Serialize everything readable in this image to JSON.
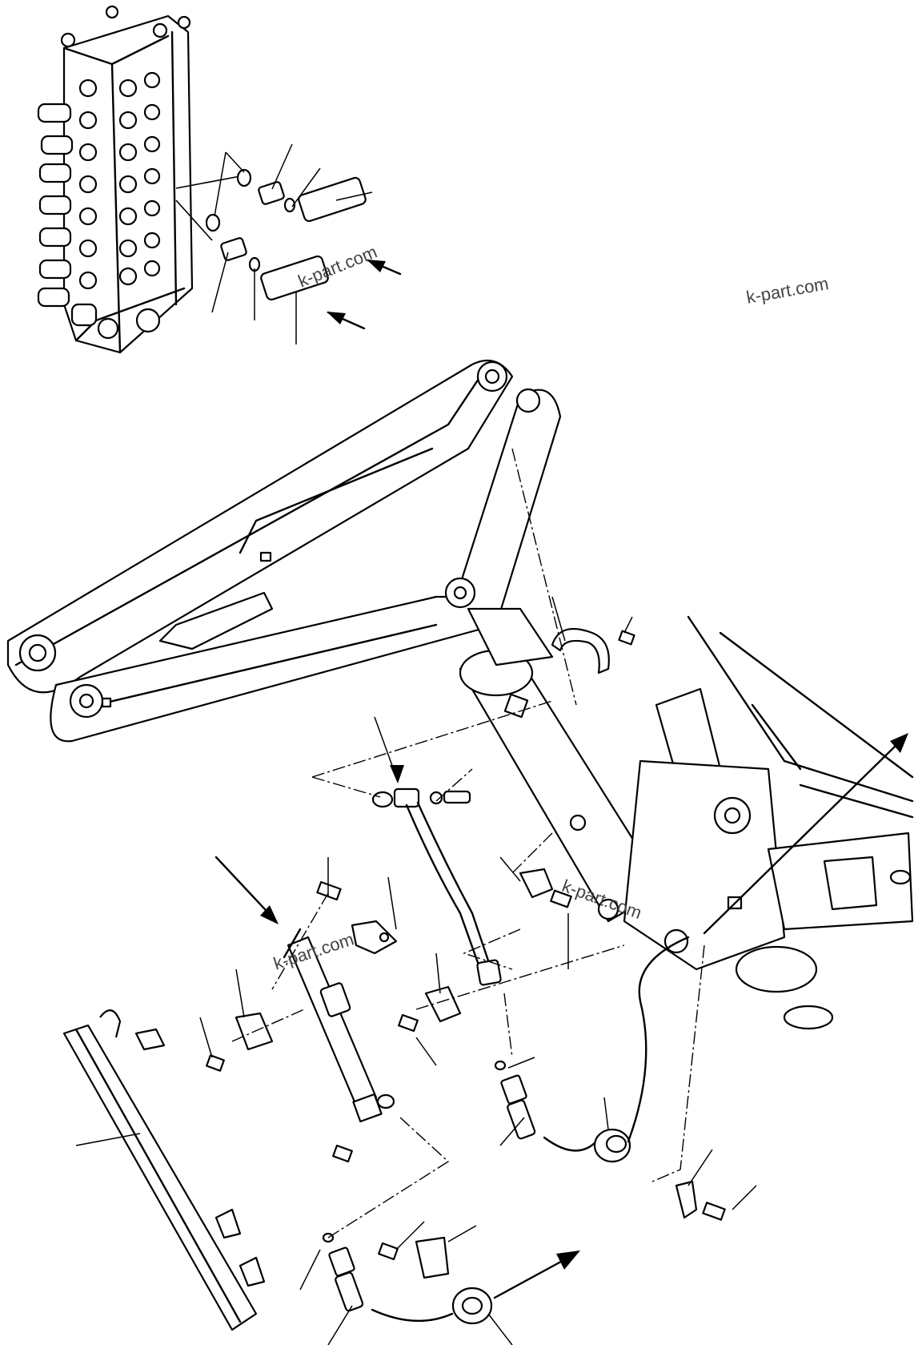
{
  "watermarks": {
    "top_right": "k-part.com",
    "valve_area": "k-part.com",
    "center": "k-part.com",
    "left": "k-part.com"
  }
}
